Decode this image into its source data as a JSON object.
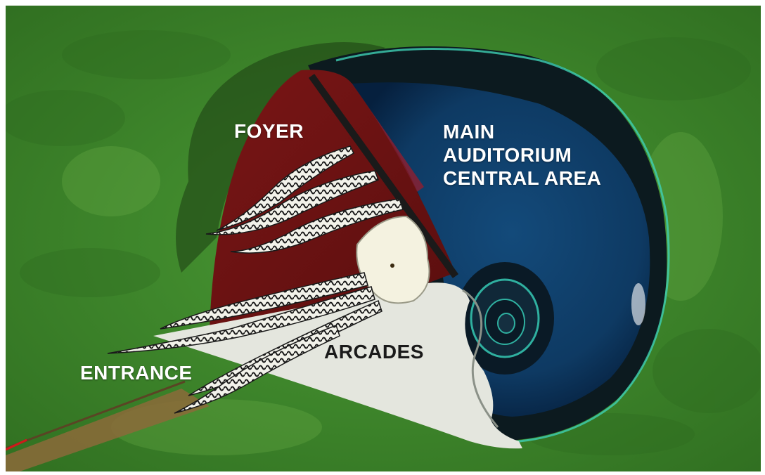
{
  "labels": {
    "foyer": "FOYER",
    "main_line1": "MAIN",
    "main_line2": "AUDITORIUM",
    "main_line3": "CENTRAL AREA",
    "arcades": "ARCADES",
    "entrance": "ENTRANCE"
  },
  "colors": {
    "terrain": "#3f8a2c",
    "terrain_dark": "#2e6a1f",
    "foyer": "#6e1212",
    "auditorium": "#0e3a63",
    "auditorium_deep": "#06203e",
    "shell_rim": "#0c1a1f",
    "rim_highlight": "#3fd0b4",
    "arcades": "#e4e6de",
    "tentacle": "#f0f0e8",
    "path": "#8c6a3a"
  }
}
